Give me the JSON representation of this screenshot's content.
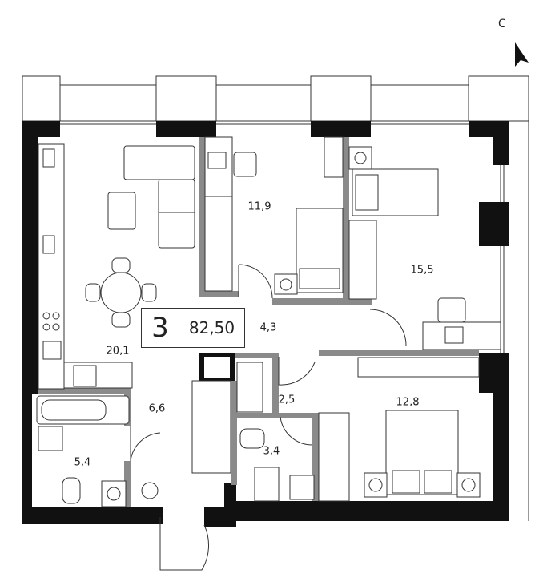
{
  "compass": {
    "letter": "С"
  },
  "badge": {
    "rooms": "3",
    "area": "82,50"
  },
  "rooms": [
    {
      "id": "living-kitchen",
      "area": "20,1"
    },
    {
      "id": "bedroom-small",
      "area": "11,9"
    },
    {
      "id": "bedroom-large",
      "area": "15,5"
    },
    {
      "id": "hall",
      "area": "4,3"
    },
    {
      "id": "corridor",
      "area": "2,5"
    },
    {
      "id": "master-bedroom",
      "area": "12,8"
    },
    {
      "id": "entrance",
      "area": "6,6"
    },
    {
      "id": "bathroom",
      "area": "5,4"
    },
    {
      "id": "wc",
      "area": "3,4"
    }
  ],
  "colors": {
    "wall": "#111111",
    "partition": "#8a8a8a",
    "line": "#333333",
    "bg": "#ffffff"
  }
}
